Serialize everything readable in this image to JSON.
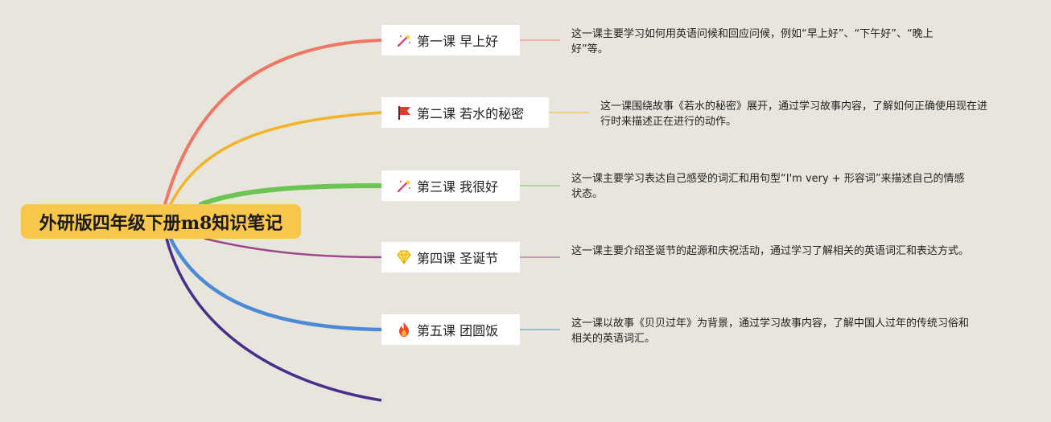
{
  "root": {
    "label": "外研版四年级下册m8知识笔记",
    "color": "#f7c64b"
  },
  "branches": [
    {
      "lesson": "第一课 早上好",
      "icon": "magic-wand-icon",
      "color": "#f07663",
      "desc": "这一课主要学习如何用英语问候和回应问候，例如“早上好”、“下午好”、“晚上好”等。"
    },
    {
      "lesson": "第二课 若水的秘密",
      "icon": "red-flag-icon",
      "color": "#f2b426",
      "desc": "这一课围绕故事《若水的秘密》展开，通过学习故事内容，了解如何正确使用现在进行时来描述正在进行的动作。"
    },
    {
      "lesson": "第三课 我很好",
      "icon": "magic-wand-icon",
      "color": "#6cc553",
      "desc": "这一课主要学习表达自己感受的词汇和用句型“I'm very + 形容词”来描述自己的情感状态。"
    },
    {
      "lesson": "第四课 圣诞节",
      "icon": "gem-icon",
      "color": "#9b4a8c",
      "desc": "这一课主要介绍圣诞节的起源和庆祝活动，通过学习了解相关的英语词汇和表达方式。"
    },
    {
      "lesson": "第五课 团圆饭",
      "icon": "fire-icon",
      "color": "#4d8ad6",
      "desc": "这一课以故事《贝贝过年》为背景，通过学习故事内容，了解中国人过年的传统习俗和相关的英语词汇。"
    }
  ],
  "extra_branch_color": "#4a2e8c"
}
